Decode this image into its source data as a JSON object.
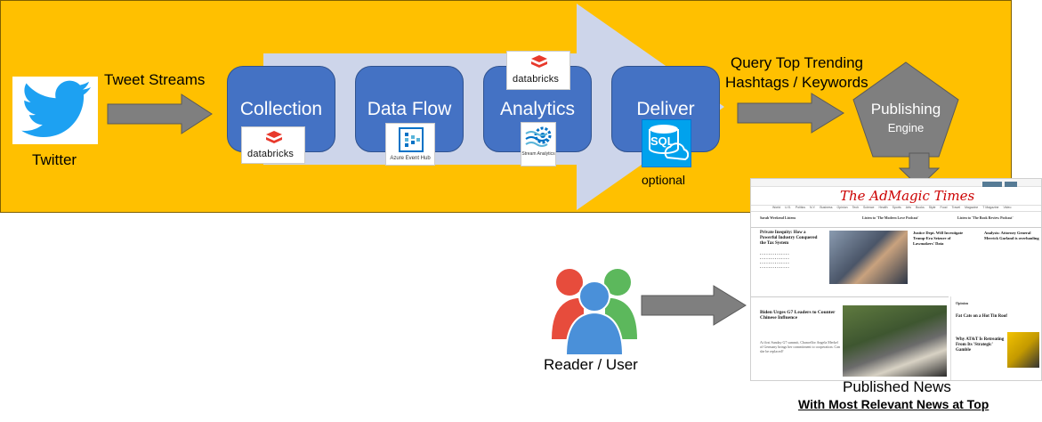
{
  "diagram": {
    "input_label": "Tweet Streams",
    "source_label": "Twitter",
    "stages": [
      {
        "id": "collection",
        "label": "Collection"
      },
      {
        "id": "data-flow",
        "label": "Data Flow"
      },
      {
        "id": "analytics",
        "label": "Analytics"
      },
      {
        "id": "deliver",
        "label": "Deliver"
      }
    ],
    "logos": {
      "databricks": "databricks",
      "event_hub": "Azure Event Hub",
      "stream_analytics": "Stream Analytics",
      "sql": "SQL",
      "optional": "optional"
    },
    "query_label_line1": "Query Top Trending",
    "query_label_line2": "Hashtags / Keywords",
    "publishing_line1": "Publishing",
    "publishing_line2": "Engine",
    "reader_label": "Reader / User",
    "published_title": "Published News",
    "published_subtitle": "With Most Relevant News at Top",
    "colors": {
      "banner": "#ffc000",
      "stage": "#4472c4",
      "pipeline_arrow": "#cdd5ea",
      "grey_arrow": "#7f7f7f",
      "pentagon": "#7f7f7f",
      "twitter": "#1da1f2"
    }
  },
  "newspaper": {
    "masthead": "The AdMagic Times",
    "nav": [
      "World",
      "U.S.",
      "Politics",
      "N.Y.",
      "Business",
      "Opinion",
      "Tech",
      "Science",
      "Health",
      "Sports",
      "Arts",
      "Books",
      "Style",
      "Food",
      "Travel",
      "Magazine",
      "T Magazine",
      "Video"
    ],
    "promos": [
      "Sarah Weekend Listens",
      "Listen to 'The Modern Love Podcast'",
      "Listen to 'The Book Review Podcast'"
    ],
    "headline_main": "Private Inequity: How a Powerful Industry Conquered the Tax System",
    "headline_right": "Justice Dept. Will Investigate Trump-Era Seizure of Lawmakers' Data",
    "headline_far_right": "Analysis: Attorney General Merrick Garland is overhauling",
    "headline_bottom": "Biden Urges G7 Leaders to Counter Chinese Influence",
    "headline_bottom2": "At first Sunday G7 summit, Chancellor Angela Merkel of Germany brings her commitment to cooperation. Can she be replaced?",
    "opinion_label": "Opinion",
    "opinion_item1": "Fat Cats on a Hot Tin Roof",
    "opinion_item2": "Why AT&T Is Retreating From Its 'Strategic' Gamble"
  }
}
